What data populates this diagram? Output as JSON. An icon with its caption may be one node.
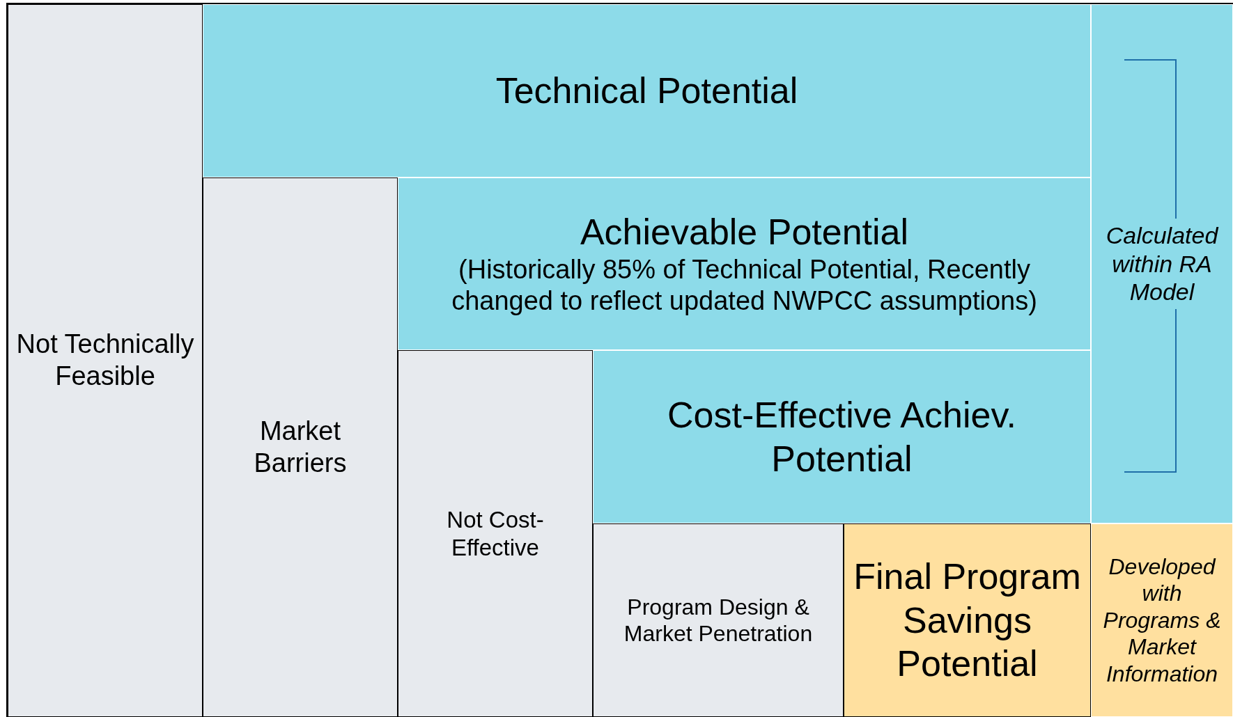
{
  "diagram": {
    "nodes": [
      {
        "text": [
          "Not Technically Feasible"
        ]
      },
      {
        "text": [
          "Technical Potential"
        ]
      },
      {
        "text": [
          "Market Barriers"
        ]
      },
      {
        "text": [
          "Achievable Potential",
          "(Historically 85% of Technical Potential, Recently changed to reflect updated NWPCC assumptions)"
        ]
      },
      {
        "text": [
          "Not Cost-Effective"
        ]
      },
      {
        "text": [
          "Cost-Effective Achiev. Potential"
        ]
      },
      {
        "text": [
          "Program Design & Market Penetration"
        ]
      },
      {
        "text": [
          "Final Program Savings Potential"
        ]
      },
      {
        "text": [
          "Calculated within RA Model"
        ]
      },
      {
        "text": [
          "Developed with Programs & Market Information"
        ]
      }
    ],
    "edges": []
  }
}
